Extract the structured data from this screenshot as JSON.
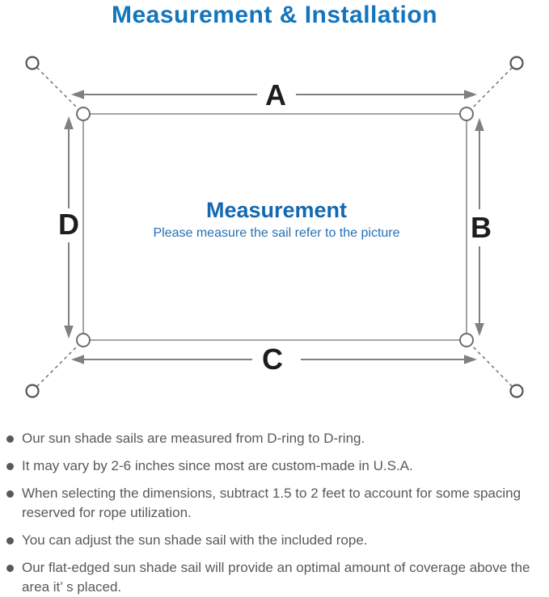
{
  "title": "Measurement & Installation",
  "diagram": {
    "side_labels": {
      "top": "A",
      "right": "B",
      "bottom": "C",
      "left": "D"
    },
    "center_title": "Measurement",
    "center_caption": "Please measure the sail refer to the picture"
  },
  "notes": [
    "Our sun shade sails are measured from D-ring to D-ring.",
    "It may vary by 2-6 inches since most are custom-made in U.S.A.",
    "When selecting the dimensions, subtract 1.5 to 2 feet to account for some spacing reserved for rope utilization.",
    "You can adjust the sun shade sail with the included rope.",
    "Our flat-edged sun shade sail will provide an optimal amount of coverage above the area it’ s placed."
  ],
  "colors": {
    "title_blue": "#1375bc",
    "center_text_blue": "#1468b1",
    "caption_blue": "#2470b4",
    "diagram_line_gray": "#808080",
    "sail_outline_gray": "#9a9a9a",
    "note_text_gray": "#595959",
    "background": "#ffffff"
  }
}
